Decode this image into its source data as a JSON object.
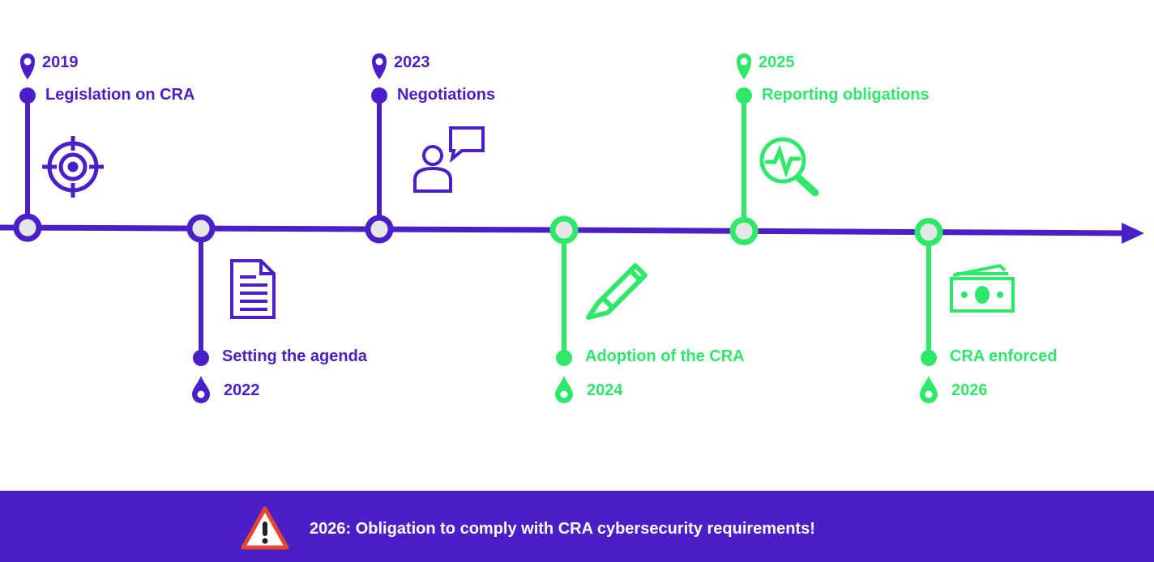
{
  "colors": {
    "purple": "#4a1fc8",
    "green": "#2ee86a",
    "node_fill": "#e6e6e6"
  },
  "milestones": [
    {
      "year": "2019",
      "label": "Legislation on CRA",
      "side": "above",
      "color": "purple",
      "icon": "target-icon"
    },
    {
      "year": "2022",
      "label": "Setting the agenda",
      "side": "below",
      "color": "purple",
      "icon": "document-icon"
    },
    {
      "year": "2023",
      "label": "Negotiations",
      "side": "above",
      "color": "purple",
      "icon": "person-speech-icon"
    },
    {
      "year": "2024",
      "label": "Adoption of the CRA",
      "side": "below",
      "color": "green",
      "icon": "pencil-icon"
    },
    {
      "year": "2025",
      "label": "Reporting obligations",
      "side": "above",
      "color": "green",
      "icon": "magnifier-pulse-icon"
    },
    {
      "year": "2026",
      "label": "CRA enforced",
      "side": "below",
      "color": "green",
      "icon": "money-icon"
    }
  ],
  "banner": {
    "text": "2026: Obligation to comply with CRA cybersecurity requirements!",
    "icon": "warning-icon"
  }
}
